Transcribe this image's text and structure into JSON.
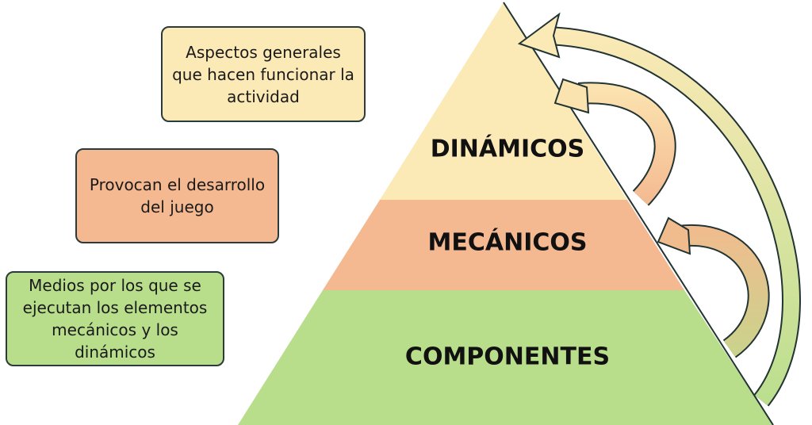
{
  "colors": {
    "dinamicos": "#fbe9b6",
    "mecanicos": "#f4b990",
    "componentes": "#b8de8c",
    "outline": "#223333"
  },
  "pyramid": {
    "layers": [
      {
        "label": "DINÁMICOS"
      },
      {
        "label": "MECÁNICOS"
      },
      {
        "label": "COMPONENTES"
      }
    ]
  },
  "descriptions": [
    {
      "text": "Aspectos generales que hacen funcionar la actividad"
    },
    {
      "text": "Provocan el desarrollo del juego"
    },
    {
      "text": "Medios por los que se ejecutan los elementos mecánicos y los dinámicos"
    }
  ]
}
